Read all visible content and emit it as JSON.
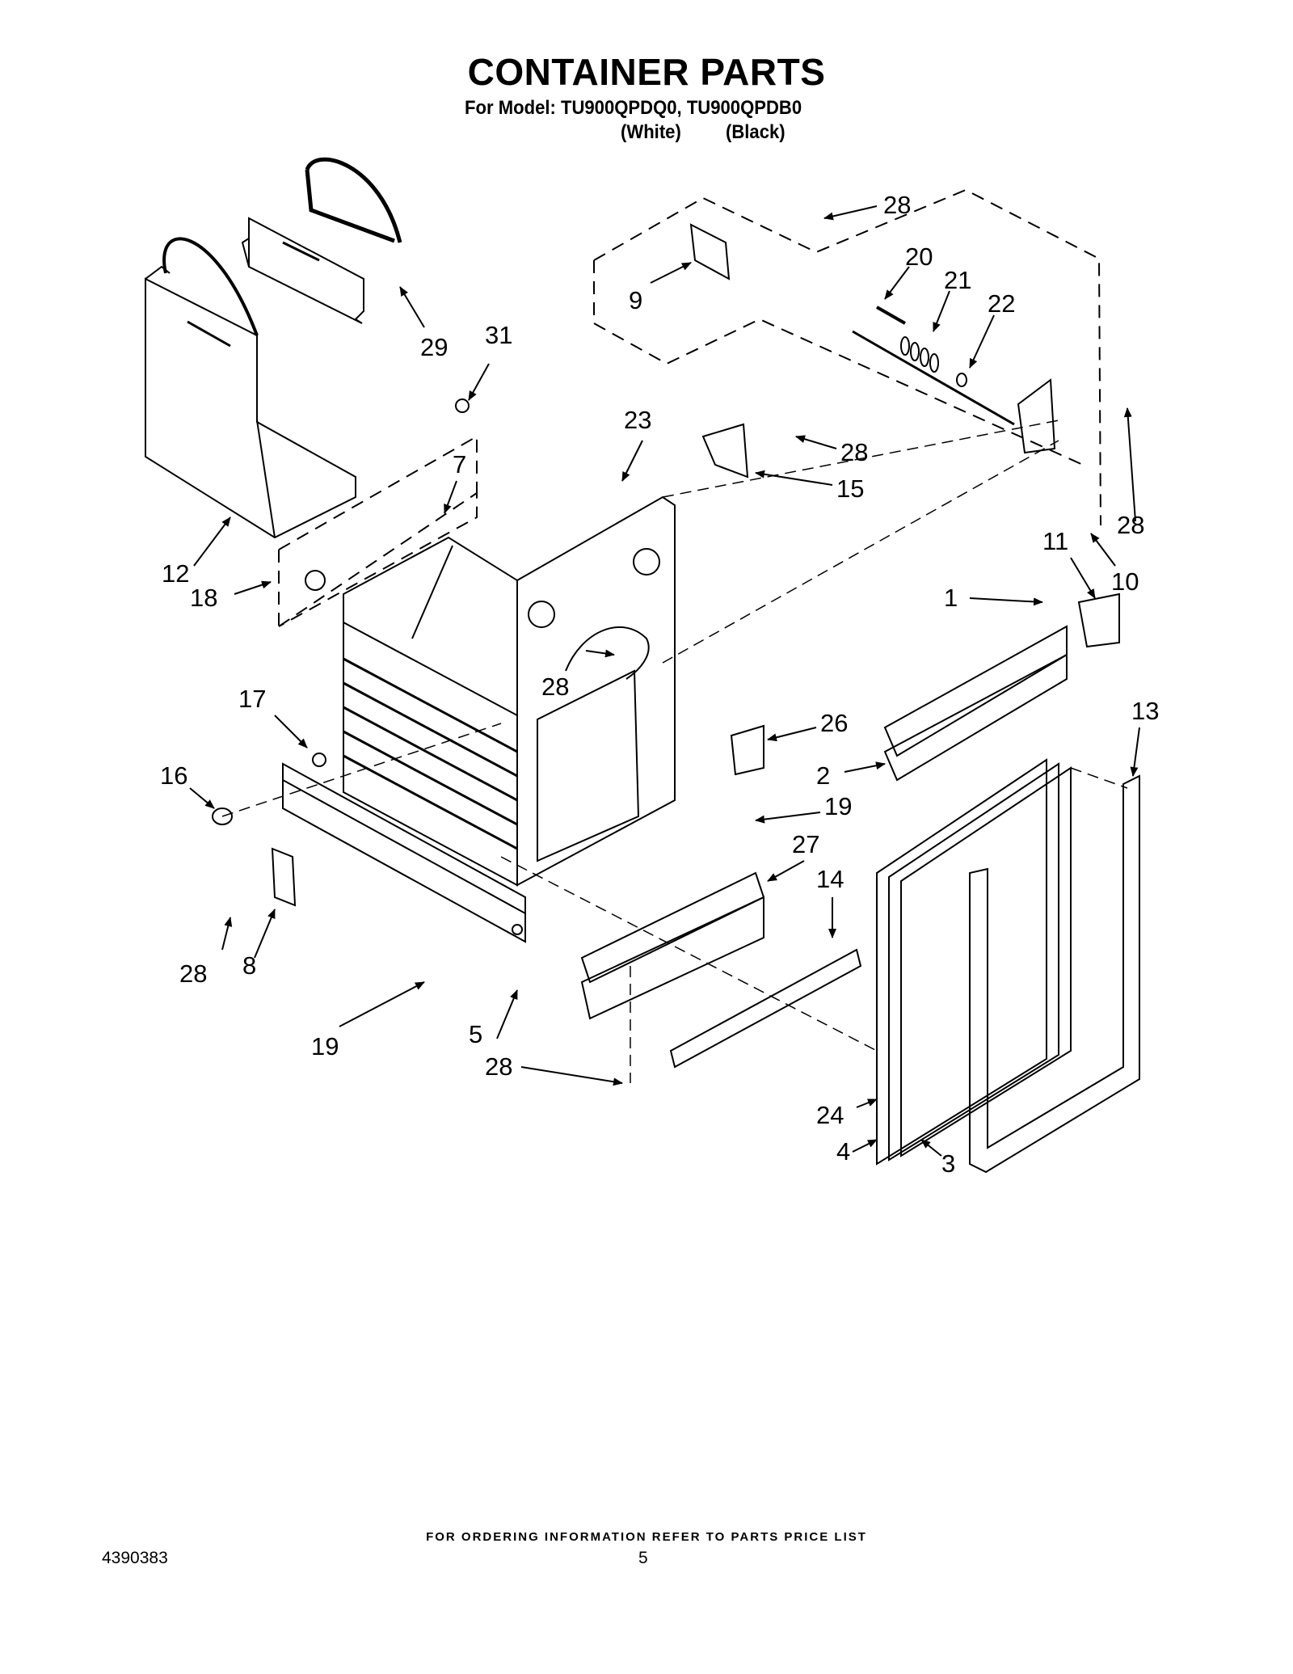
{
  "title": "CONTAINER PARTS",
  "model_line": "For Model: TU900QPDQ0, TU900QPDB0",
  "variants": [
    "(White)",
    "(Black)"
  ],
  "part_labels": [
    "28",
    "20",
    "21",
    "22",
    "9",
    "29",
    "31",
    "23",
    "28",
    "15",
    "7",
    "28",
    "12",
    "18",
    "11",
    "10",
    "1",
    "17",
    "28",
    "26",
    "13",
    "16",
    "2",
    "19",
    "27",
    "14",
    "28",
    "8",
    "19",
    "5",
    "28",
    "24",
    "4",
    "3"
  ],
  "footer": {
    "ordering_note": "FOR ORDERING INFORMATION REFER TO PARTS PRICE LIST",
    "document_number": "4390383",
    "page_number": "5"
  }
}
